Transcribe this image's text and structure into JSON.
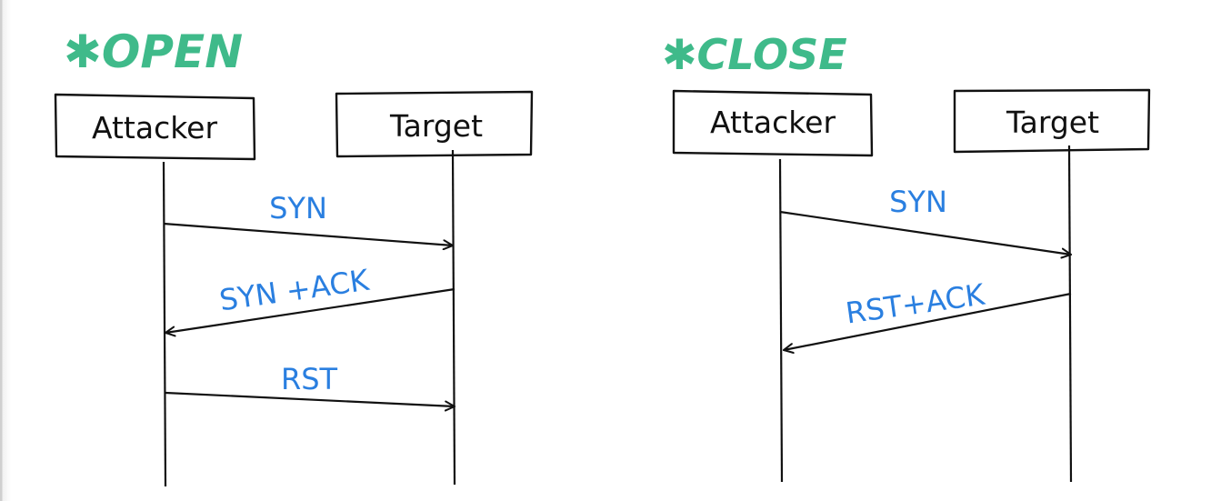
{
  "colors": {
    "title": "#3fba8a",
    "ink": "#111111",
    "message": "#2a7fe0"
  },
  "diagrams": [
    {
      "title": "✱OPEN",
      "participants": [
        "Attacker",
        "Target"
      ],
      "messages": [
        {
          "label": "SYN",
          "direction": "attacker-to-target"
        },
        {
          "label": "SYN +ACK",
          "direction": "target-to-attacker"
        },
        {
          "label": "RST",
          "direction": "attacker-to-target"
        }
      ]
    },
    {
      "title": "✱CLOSE",
      "participants": [
        "Attacker",
        "Target"
      ],
      "messages": [
        {
          "label": "SYN",
          "direction": "attacker-to-target"
        },
        {
          "label": "RST+ACK",
          "direction": "target-to-attacker"
        }
      ]
    }
  ]
}
